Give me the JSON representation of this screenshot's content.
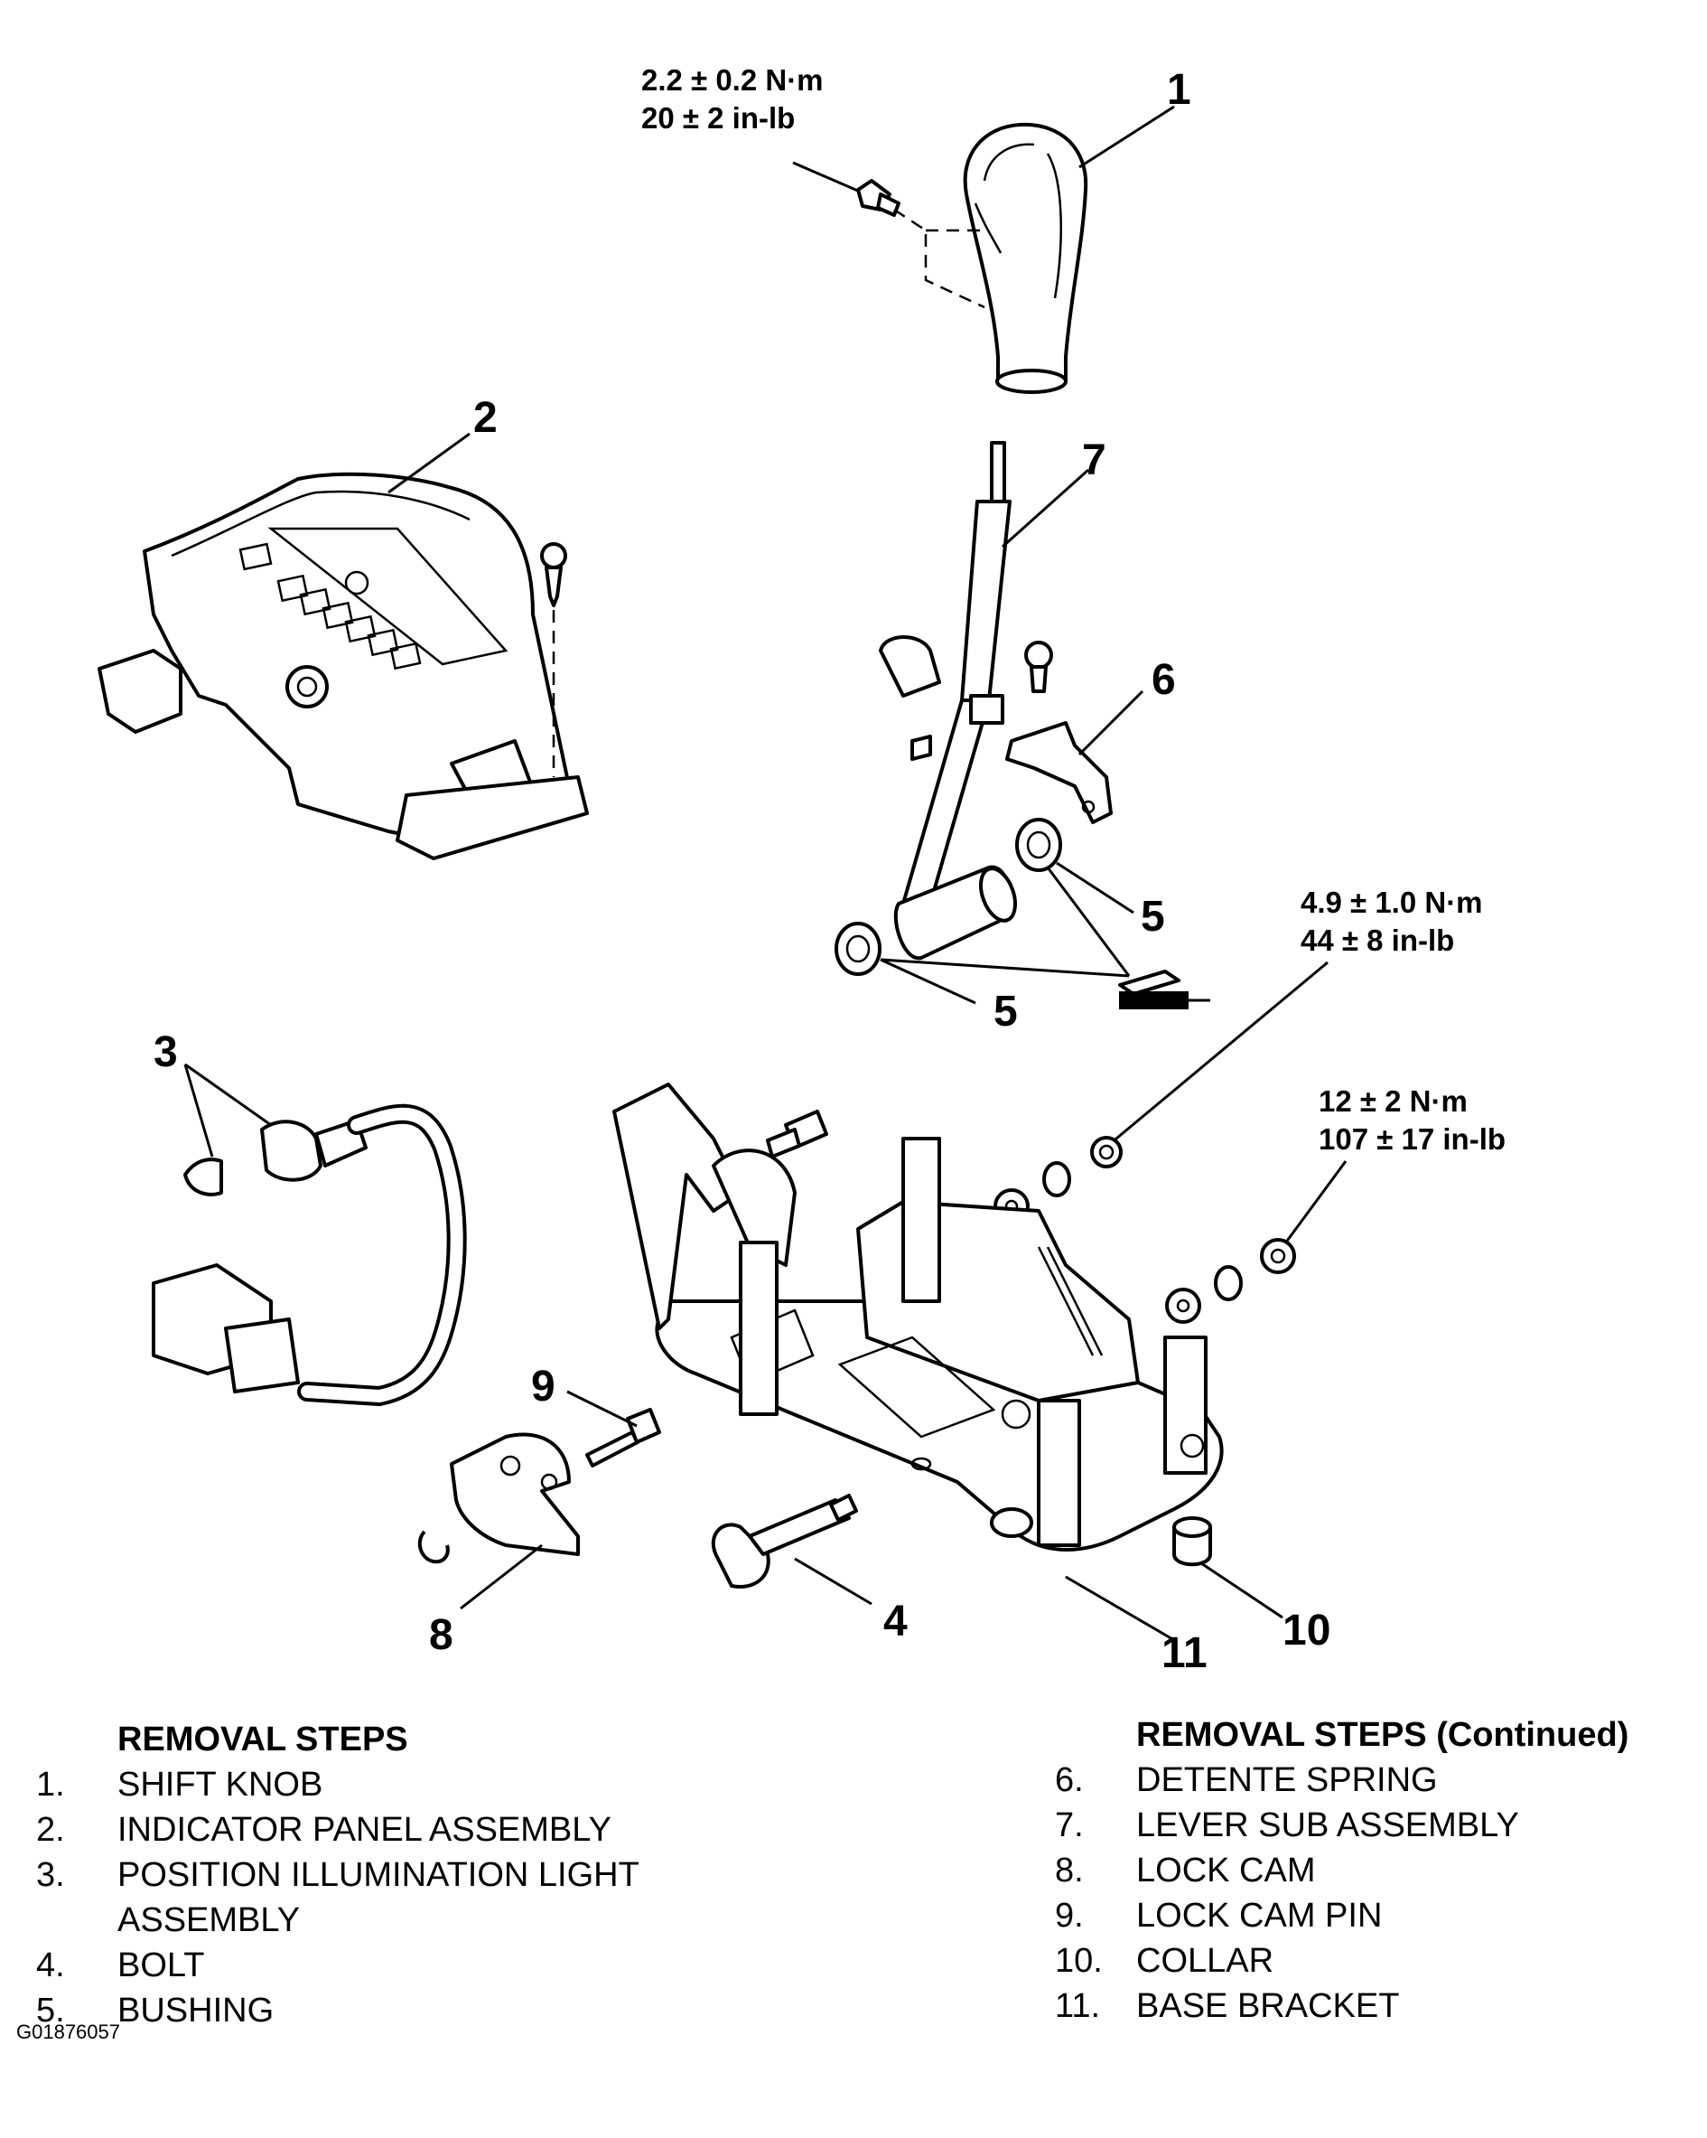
{
  "callouts": {
    "c1": "1",
    "c2": "2",
    "c3": "3",
    "c4": "4",
    "c5a": "5",
    "c5b": "5",
    "c6": "6",
    "c7": "7",
    "c8": "8",
    "c9": "9",
    "c10": "10",
    "c11": "11"
  },
  "torque": {
    "knob_screw": {
      "metric": "2.2 ± 0.2 N·m",
      "imperial": "20 ± 2 in-lb"
    },
    "nut_upper": {
      "metric": "4.9 ± 1.0 N·m",
      "imperial": "44 ± 8 in-lb"
    },
    "nut_lower": {
      "metric": "12 ± 2 N·m",
      "imperial": "107 ± 17 in-lb"
    }
  },
  "removal_steps": {
    "header": "REMOVAL STEPS",
    "items": [
      {
        "num": "1.",
        "label": "SHIFT KNOB"
      },
      {
        "num": "2.",
        "label": "INDICATOR PANEL ASSEMBLY"
      },
      {
        "num": "3.",
        "label": "POSITION ILLUMINATION LIGHT",
        "label_cont": "ASSEMBLY"
      },
      {
        "num": "4.",
        "label": "BOLT"
      },
      {
        "num": "5.",
        "label": "BUSHING"
      }
    ]
  },
  "removal_steps_continued": {
    "header": "REMOVAL STEPS (Continued)",
    "items": [
      {
        "num": "6.",
        "label": "DETENTE SPRING"
      },
      {
        "num": "7.",
        "label": "LEVER SUB ASSEMBLY"
      },
      {
        "num": "8.",
        "label": "LOCK CAM"
      },
      {
        "num": "9.",
        "label": "LOCK CAM PIN"
      },
      {
        "num": "10.",
        "label": "COLLAR"
      },
      {
        "num": "11.",
        "label": "BASE BRACKET"
      }
    ]
  },
  "figure_code": "G01876057"
}
